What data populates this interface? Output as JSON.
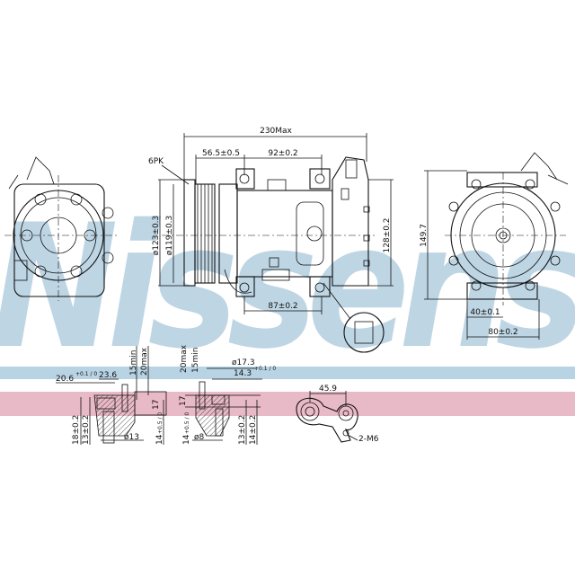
{
  "watermark": {
    "text": "Nissens",
    "color": "#a9c8dc"
  },
  "bands": {
    "blue": "#b8d3e4",
    "pink": "#e8b9c6"
  },
  "side_view": {
    "overall_length": "230Max",
    "pulley_to_mount": "56.5±0.5",
    "mount_spacing_top": "92±0.2",
    "belt": "6PK",
    "pulley_outer_dia": "ø123±0.3",
    "pulley_inner_dia": "ø119±0.3",
    "height": "128±0.2",
    "mount_spacing_bottom": "87±0.2"
  },
  "rear_view": {
    "height": "149.7",
    "half_width": "40±0.1",
    "width": "80±0.2"
  },
  "port_detail_1": {
    "dim_a": "20.6",
    "dim_a_tol": "+0.1 / 0",
    "dim_b": "23.6",
    "min": "15min",
    "max": "20max",
    "depth": "17",
    "h1": "18±0.2",
    "h2": "13±0.2",
    "dia": "ø13",
    "h3": "14",
    "h3_tol": "+0.5 / 0"
  },
  "port_detail_2": {
    "max": "20max",
    "min": "15min",
    "dia_outer": "ø17.3",
    "dia_inner": "14.3",
    "dia_inner_tol": "+0.1 / 0",
    "depth": "17",
    "h1": "14",
    "h1_tol": "+0.5 / 0",
    "dia": "ø8",
    "h2": "13±0.2",
    "h3": "14±0.2"
  },
  "flange_detail": {
    "spacing": "45.9",
    "thread": "2-M6"
  }
}
